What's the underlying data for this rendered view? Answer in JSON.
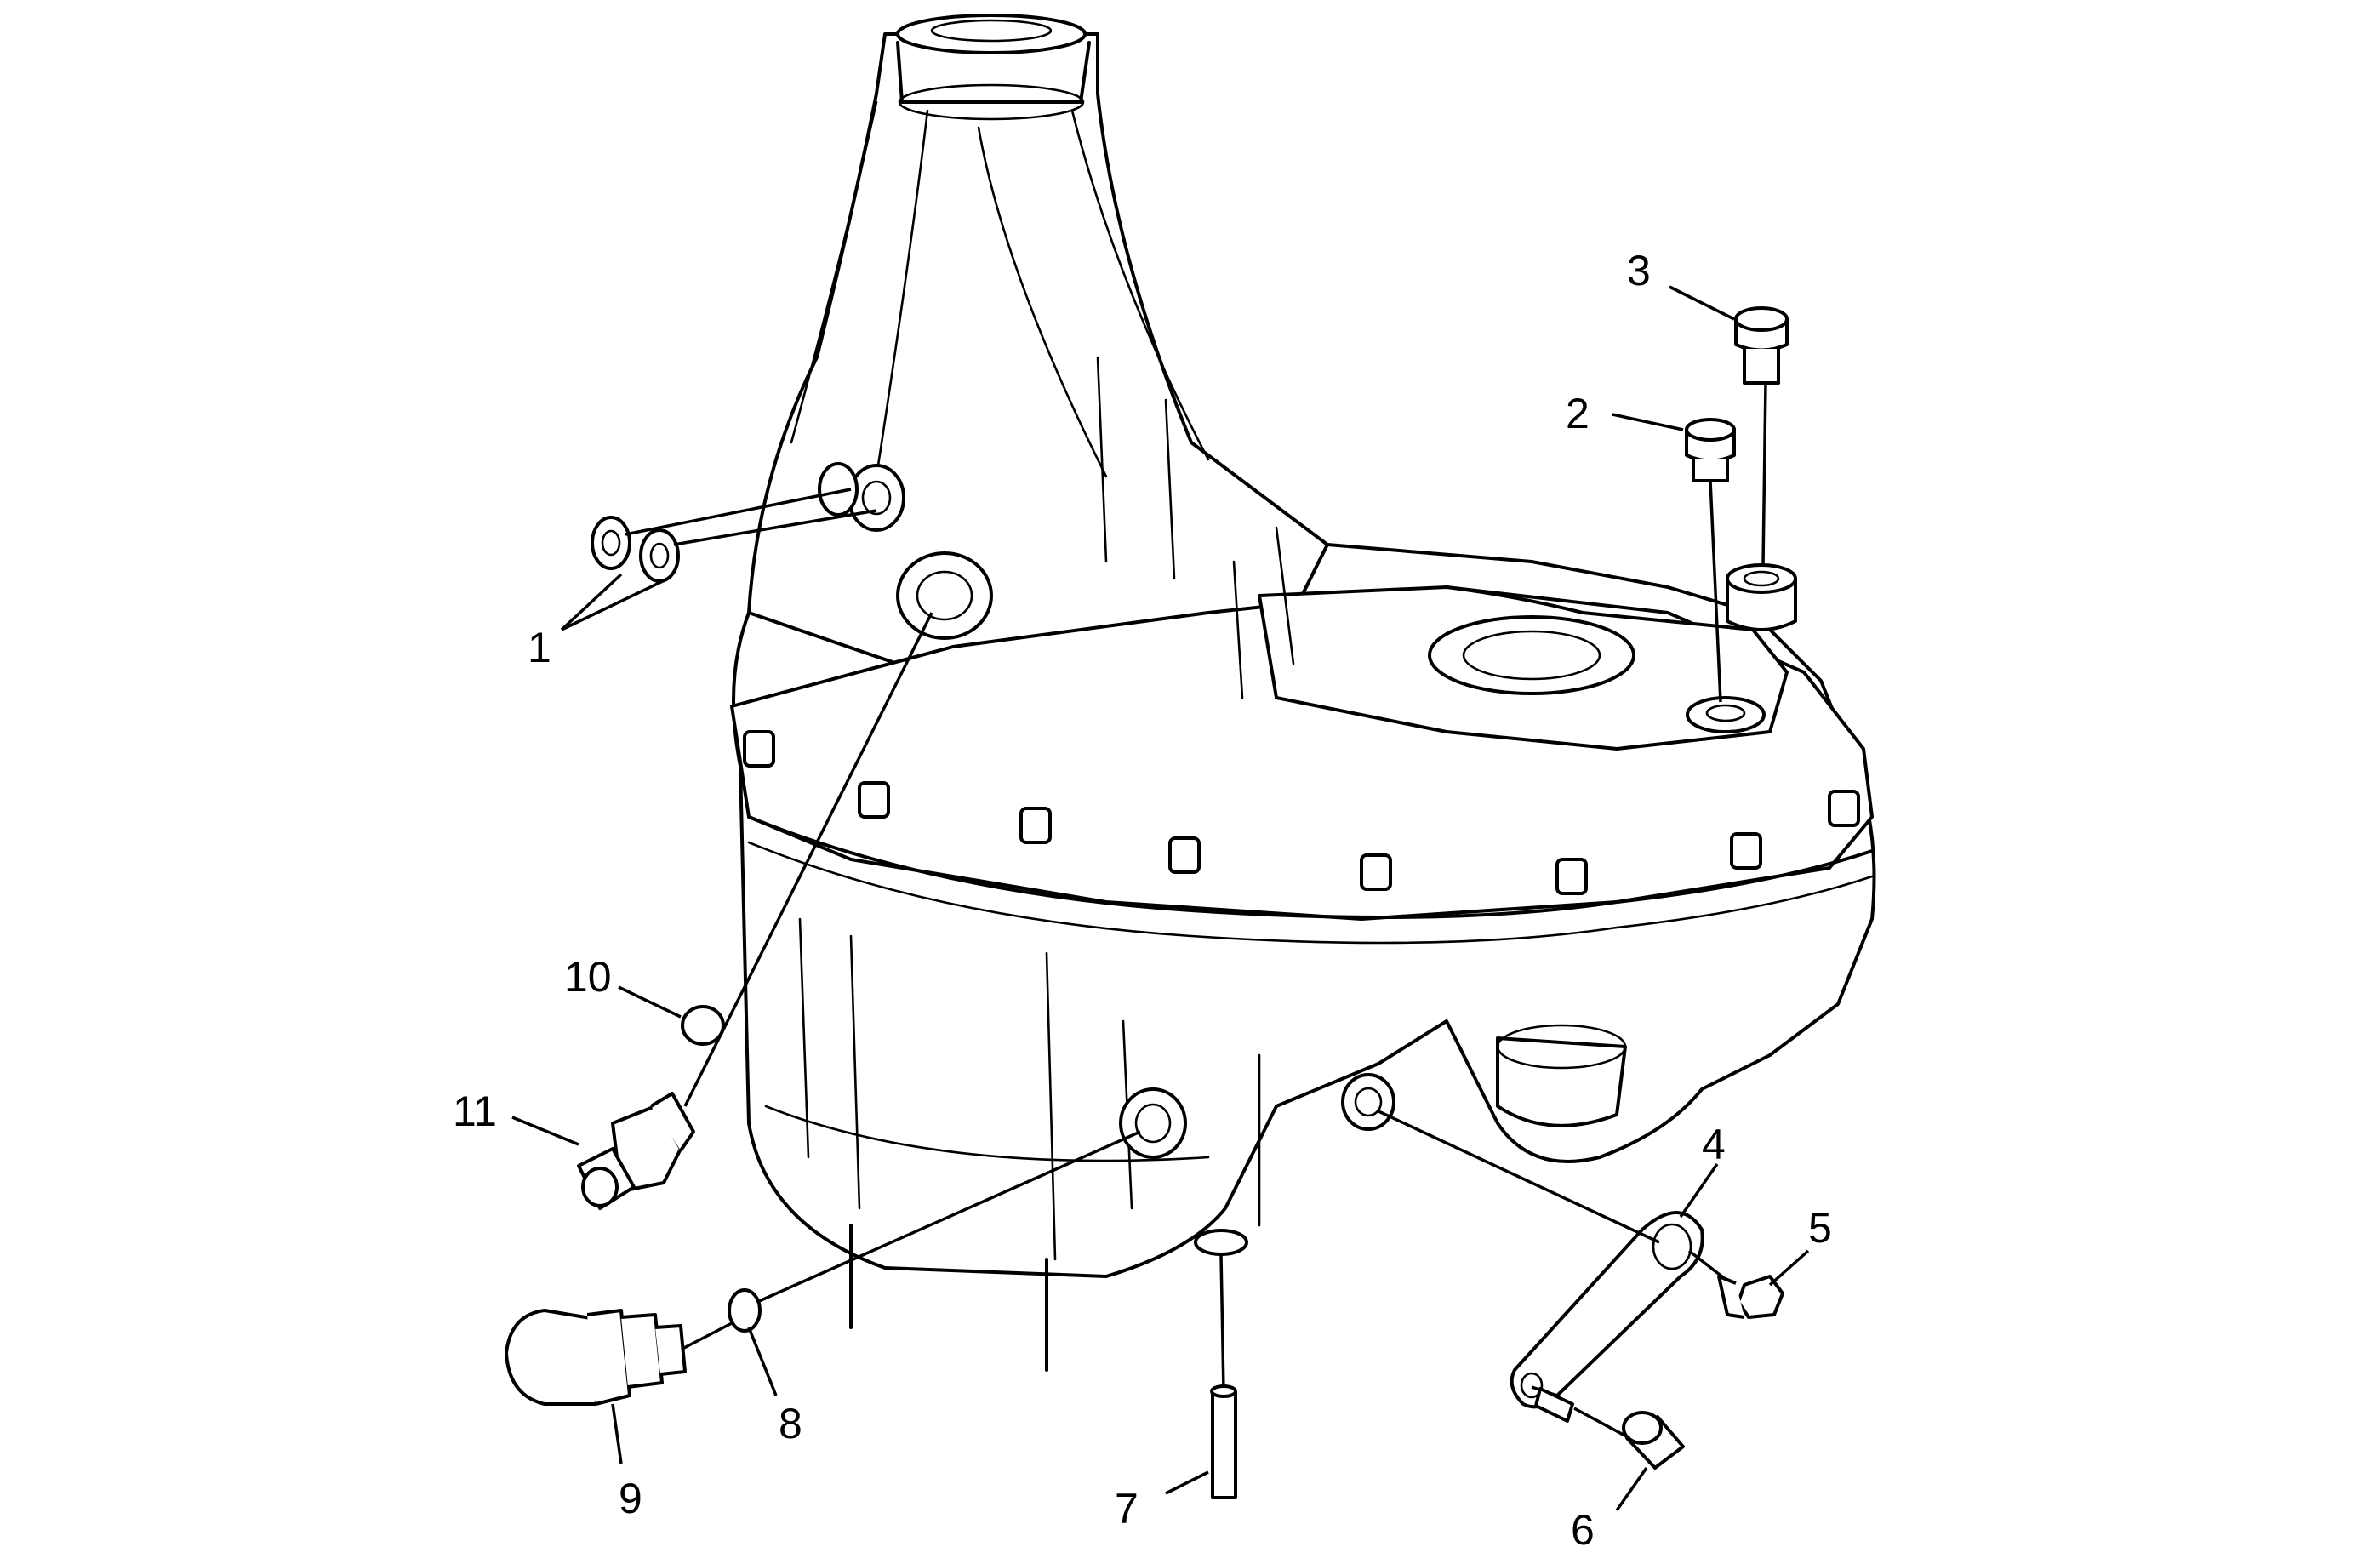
{
  "diagram": {
    "callouts": [
      {
        "id": "1",
        "label": "1"
      },
      {
        "id": "2",
        "label": "2"
      },
      {
        "id": "3",
        "label": "3"
      },
      {
        "id": "4",
        "label": "4"
      },
      {
        "id": "5",
        "label": "5"
      },
      {
        "id": "6",
        "label": "6"
      },
      {
        "id": "7",
        "label": "7"
      },
      {
        "id": "8",
        "label": "8"
      },
      {
        "id": "9",
        "label": "9"
      },
      {
        "id": "10",
        "label": "10"
      },
      {
        "id": "11",
        "label": "11"
      }
    ]
  },
  "colors": {
    "line": "#000000",
    "background": "#ffffff"
  }
}
